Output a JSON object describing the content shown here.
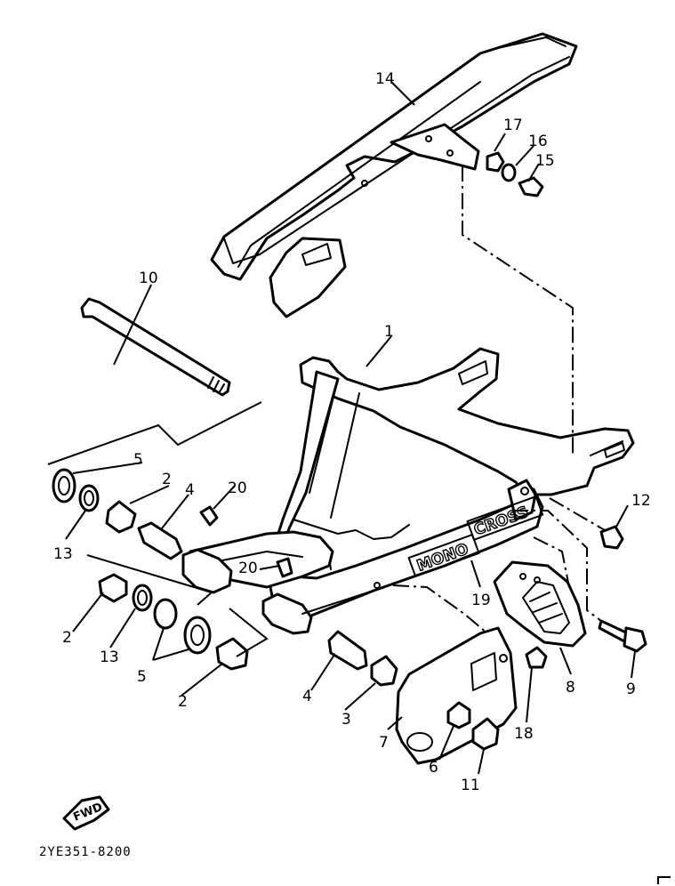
{
  "diagram": {
    "figure_code": "2YE351-8200",
    "direction_label": "FWD",
    "decal_text": [
      "MONO",
      "CROSS"
    ],
    "callouts": [
      "1",
      "2",
      "3",
      "4",
      "5",
      "6",
      "7",
      "8",
      "9",
      "10",
      "11",
      "12",
      "13",
      "14",
      "15",
      "16",
      "17",
      "18",
      "19",
      "20"
    ],
    "repeated_labels": {
      "left_2a": "2",
      "left_2b": "2",
      "left_2c": "2",
      "left_4": "4",
      "left_5a": "5",
      "left_5b": "5",
      "left_13a": "13",
      "left_13b": "13",
      "fitting_20a": "20",
      "fitting_20b": "20"
    }
  }
}
